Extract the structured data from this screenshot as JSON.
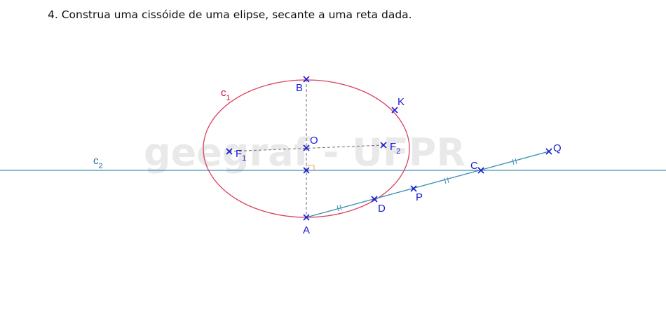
{
  "title": "4. Construa uma cissóide de uma elipse, secante a uma reta dada.",
  "watermark": "geegraf - UFPR",
  "curves": {
    "ellipse_label": "c",
    "ellipse_label_sub": "1",
    "line_label": "c",
    "line_label_sub": "2"
  },
  "points": {
    "A": "A",
    "B": "B",
    "O": "O",
    "K": "K",
    "F1": "F",
    "F1_sub": "1",
    "F2": "F",
    "F2_sub": "2",
    "C": "C",
    "D": "D",
    "P": "P",
    "Q": "Q"
  },
  "colors": {
    "ellipse": "#d9405e",
    "line_c2": "#3a8fb0",
    "points": "#1a1ad6",
    "construction": "#777777",
    "right_angle": "#f0a050"
  }
}
